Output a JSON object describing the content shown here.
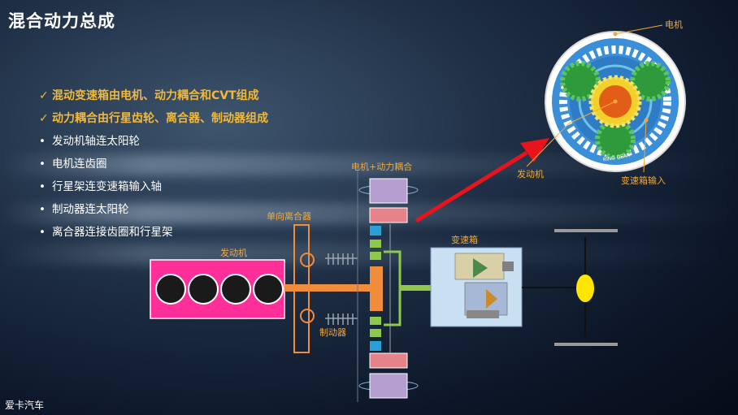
{
  "title": "混合动力总成",
  "bullets": [
    {
      "text": "混动变速箱由电机、动力耦合和CVT组成",
      "style": "check"
    },
    {
      "text": "动力耦合由行星齿轮、离合器、制动器组成",
      "style": "check"
    },
    {
      "text": "发动机轴连太阳轮",
      "style": "dot"
    },
    {
      "text": "电机连齿圈",
      "style": "dot"
    },
    {
      "text": "行星架连变速箱输入轴",
      "style": "dot"
    },
    {
      "text": "制动器连太阳轮",
      "style": "dot"
    },
    {
      "text": "离合器连接齿圈和行星架",
      "style": "dot"
    }
  ],
  "diagram": {
    "engine_label": "发动机",
    "one_way_clutch_label": "单向离合器",
    "motor_coupling_label": "电机+动力耦合",
    "brake_label": "制动器",
    "gearbox_label": "变速箱"
  },
  "gear_inset": {
    "motor_label": "电机",
    "engine_label": "发动机",
    "gearbox_input_label": "变速箱输入",
    "ring_gear_text": "RING GEAR"
  },
  "colors": {
    "accent_label": "#f3a93a",
    "engine_block": "#ff2f9a",
    "shaft_orange": "#f08c3c",
    "green_shaft": "#8fc94a",
    "arrow_red": "#e8141c",
    "ring_blue": "#3a8fd8"
  },
  "watermark": "爱卡汽车"
}
